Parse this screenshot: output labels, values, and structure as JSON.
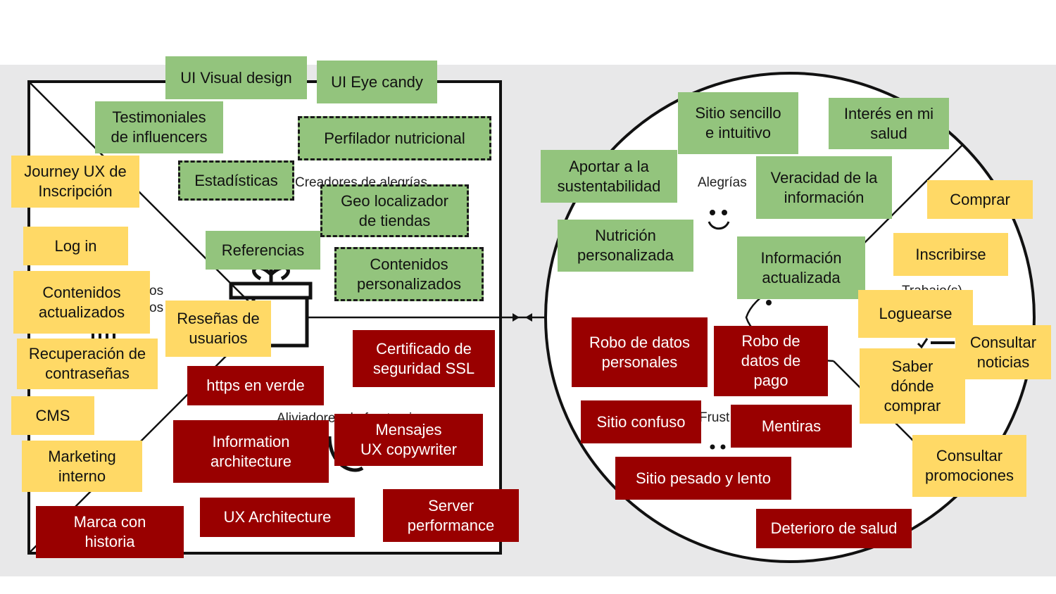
{
  "canvas": {
    "creadores_label": "Creadores de alegrías",
    "aliviadores_label": "Aliviadores de frustraciones",
    "productos_label_1": "os",
    "productos_label_2": "os",
    "alegrias_label": "Alegrías",
    "trabajos_label": "Trabajo(s)",
    "frustraciones_label": "Frust"
  },
  "colors": {
    "green": "#93c47d",
    "yellow": "#ffd966",
    "red": "#990000",
    "band": "#e8e8e9"
  },
  "notes": {
    "ui_visual_design": "UI Visual design",
    "ui_eye_candy": "UI Eye candy",
    "testimoniales": "Testimoniales\nde influencers",
    "perfilador": "Perfilador nutricional",
    "estadisticas": "Estadísticas",
    "geo_localizador": "Geo localizador\nde tiendas",
    "referencias": "Referencias",
    "contenidos_personalizados": "Contenidos\npersonalizados",
    "journey_ux": "Journey UX de\nInscripción",
    "log_in": "Log in",
    "contenidos_actualizados": "Contenidos\nactualizados",
    "resenas": "Reseñas de\nusuarios",
    "recuperacion": "Recuperación de\ncontraseñas",
    "cms": "CMS",
    "marketing": "Marketing\ninterno",
    "certificado_ssl": "Certificado de\nseguridad SSL",
    "https": "https en verde",
    "information_architecture": "Information\narchitecture",
    "mensajes": "Mensajes\nUX copywriter",
    "ux_architecture": "UX Architecture",
    "server_performance": "Server\nperformance",
    "marca": "Marca con\nhistoria",
    "sitio_sencillo": "Sitio sencillo\ne intuitivo",
    "interes_salud": "Interés en mi\nsalud",
    "sustentabilidad": "Aportar a la\nsustentabilidad",
    "veracidad": "Veracidad de la\ninformación",
    "comprar": "Comprar",
    "nutricion": "Nutrición\npersonalizada",
    "informacion_actualizada": "Información\nactualizada",
    "inscribirse": "Inscribirse",
    "loguearse": "Loguearse",
    "robo_personales": "Robo de datos\npersonales",
    "robo_pago": "Robo de\ndatos de\npago",
    "consultar_noticias": "Consultar\nnoticias",
    "saber_donde": "Saber\ndónde\ncomprar",
    "sitio_confuso": "Sitio confuso",
    "mentiras": "Mentiras",
    "consultar_promociones": "Consultar\npromociones",
    "sitio_pesado": "Sitio pesado y lento",
    "deterioro": "Deterioro de salud"
  }
}
